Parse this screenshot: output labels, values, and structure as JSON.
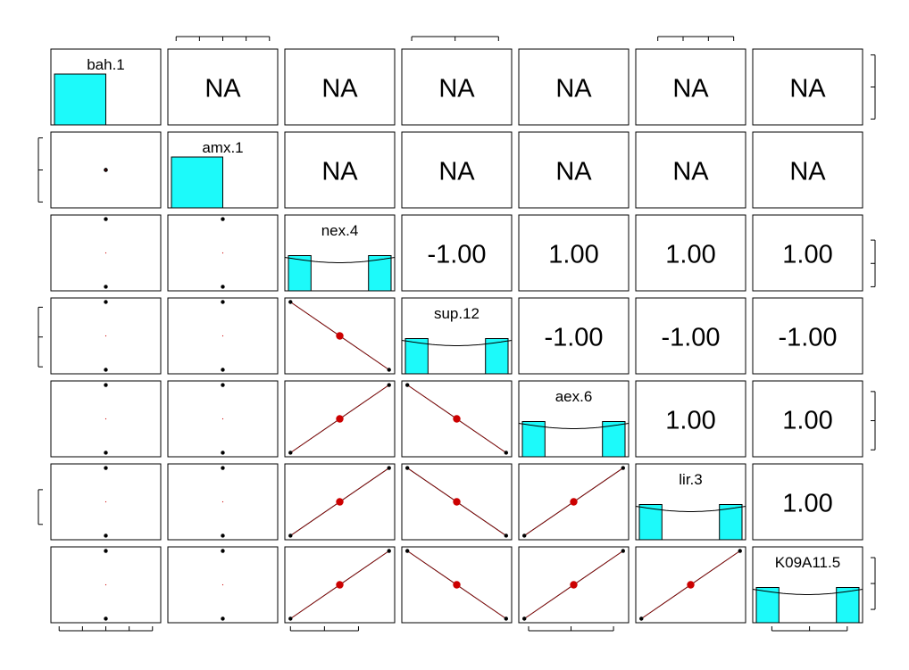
{
  "chart_data": {
    "type": "scatter-matrix",
    "variables": [
      "bah.1",
      "amx.1",
      "nex.4",
      "sup.12",
      "aex.6",
      "lir.3",
      "K09A11.5"
    ],
    "correlations": [
      [
        "",
        "NA",
        "NA",
        "NA",
        "NA",
        "NA",
        "NA"
      ],
      [
        "",
        "",
        "NA",
        "NA",
        "NA",
        "NA",
        "NA"
      ],
      [
        "",
        "",
        "",
        "-1.00",
        "1.00",
        "1.00",
        "1.00"
      ],
      [
        "",
        "",
        "",
        "",
        "-1.00",
        "-1.00",
        "-1.00"
      ],
      [
        "",
        "",
        "",
        "",
        "",
        "1.00",
        "1.00"
      ],
      [
        "",
        "",
        "",
        "",
        "",
        "",
        "1.00"
      ],
      [
        "",
        "",
        "",
        "",
        "",
        "",
        ""
      ]
    ],
    "observations": {
      "bah.1": [
        0,
        0
      ],
      "amx.1": [
        0,
        0
      ],
      "nex.4": [
        375,
        404
      ],
      "sup.12": [
        727,
        636
      ],
      "aex.6": [
        80,
        545
      ],
      "lir.3": [
        327,
        405
      ],
      "K09A11.5": [
        14,
        276
      ]
    },
    "ranges": {
      "bah.1": [
        -1.1,
        1.1
      ],
      "amx.1": [
        -1.1,
        1.1
      ],
      "nex.4": [
        374.4,
        404.6
      ],
      "sup.12": [
        634.2,
        728.8
      ],
      "aex.6": [
        70.7,
        554.3
      ],
      "lir.3": [
        325.4,
        406.6
      ],
      "K09A11.5": [
        8.8,
        281.2
      ]
    },
    "ticks": {
      "bah.1": [
        "-1.0",
        "-0.5",
        "0.0",
        "0.5",
        "1.0"
      ],
      "amx.1": [
        "1.0",
        "0.0",
        "-1.0"
      ],
      "nex.4": [
        "375",
        "385",
        "395"
      ],
      "sup.12": [
        "640",
        "680",
        "720"
      ],
      "aex.6": [
        "100",
        "300",
        "500"
      ],
      "lir.3": [
        "340",
        "360",
        "380",
        "400"
      ],
      "K09A11.5": [
        "50",
        "150",
        "250"
      ]
    },
    "top_axis_ticks": {
      "amx.1": [
        "-1.0",
        "-0.5",
        "0.0",
        "0.5",
        "1.0"
      ],
      "sup.12": [
        "640",
        "680",
        "720"
      ],
      "lir.3": [
        "340",
        "360",
        "380",
        "400"
      ]
    },
    "right_axis_ticks": {
      "bah.1": [
        "1.0",
        "0.0",
        "-1.0"
      ],
      "nex.4": [
        "395",
        "385",
        "375"
      ],
      "aex.6": [
        "500",
        "300",
        "100"
      ],
      "K09A11.5": [
        "250",
        "150",
        "50"
      ]
    },
    "left_axis_ticks": {
      "amx.1": [
        "1.0",
        "0.0",
        "-1.0"
      ],
      "sup.12": [
        "720",
        "680",
        "640"
      ],
      "lir.3": [
        "380",
        "340"
      ]
    },
    "bottom_axis_ticks": {
      "bah.1": [
        "-1.0",
        "-0.5",
        "0.0",
        "0.5",
        "1.0"
      ],
      "nex.4": [
        "375",
        "385",
        "395"
      ],
      "aex.6": [
        "100",
        "300",
        "500"
      ],
      "K09A11.5": [
        "50",
        "150",
        "250"
      ]
    },
    "histogram_fraction": [
      1.0,
      1.0,
      0.5,
      0.5,
      0.5,
      0.5,
      0.5
    ],
    "colors": {
      "histogram": "#1cfafa",
      "points": "#000000",
      "fit_line": "#cc0000",
      "mean_point": "#cc0000",
      "frame": "#000000"
    }
  }
}
